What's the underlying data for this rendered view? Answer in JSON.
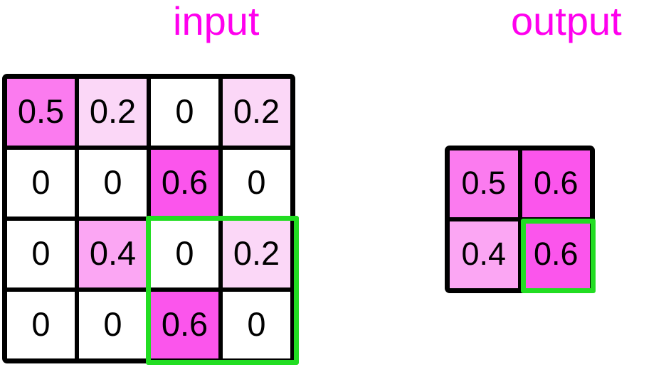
{
  "labels": {
    "input": "input",
    "output": "output"
  },
  "colors": {
    "label": "#ff00ee",
    "grid_line": "#000000",
    "highlight": "#22dd22",
    "zero": "#ffffff",
    "v02": "#fbd7f7",
    "v04": "#fba6f3",
    "v05": "#fb7bef",
    "v06": "#fb55ec"
  },
  "chart_data": {
    "type": "heatmap",
    "title": "",
    "input": {
      "label": "input",
      "rows": 4,
      "cols": 4,
      "values": [
        [
          "0.5",
          "0.2",
          "0",
          "0.2"
        ],
        [
          "0",
          "0",
          "0.6",
          "0"
        ],
        [
          "0",
          "0.4",
          "0",
          "0.2"
        ],
        [
          "0",
          "0",
          "0.6",
          "0"
        ]
      ],
      "numeric": [
        [
          0.5,
          0.2,
          0,
          0.2
        ],
        [
          0,
          0,
          0.6,
          0
        ],
        [
          0,
          0.4,
          0,
          0.2
        ],
        [
          0,
          0,
          0.6,
          0
        ]
      ],
      "cell_fills": [
        [
          "#fb7bef",
          "#fbd7f7",
          "#ffffff",
          "#fbd7f7"
        ],
        [
          "#ffffff",
          "#ffffff",
          "#fb55ec",
          "#ffffff"
        ],
        [
          "#ffffff",
          "#fba6f3",
          "#ffffff",
          "#fbd7f7"
        ],
        [
          "#ffffff",
          "#ffffff",
          "#fb55ec",
          "#ffffff"
        ]
      ],
      "highlight_window": {
        "rows": [
          3,
          4
        ],
        "cols": [
          3,
          4
        ],
        "color": "#22dd22"
      }
    },
    "output": {
      "label": "output",
      "rows": 2,
      "cols": 2,
      "values": [
        [
          "0.5",
          "0.6"
        ],
        [
          "0.4",
          "0.6"
        ]
      ],
      "numeric": [
        [
          0.5,
          0.6
        ],
        [
          0.4,
          0.6
        ]
      ],
      "cell_fills": [
        [
          "#fb7bef",
          "#fb55ec"
        ],
        [
          "#fba6f3",
          "#fb55ec"
        ]
      ],
      "highlight_cell": {
        "row": 2,
        "col": 2,
        "color": "#22dd22"
      }
    }
  }
}
